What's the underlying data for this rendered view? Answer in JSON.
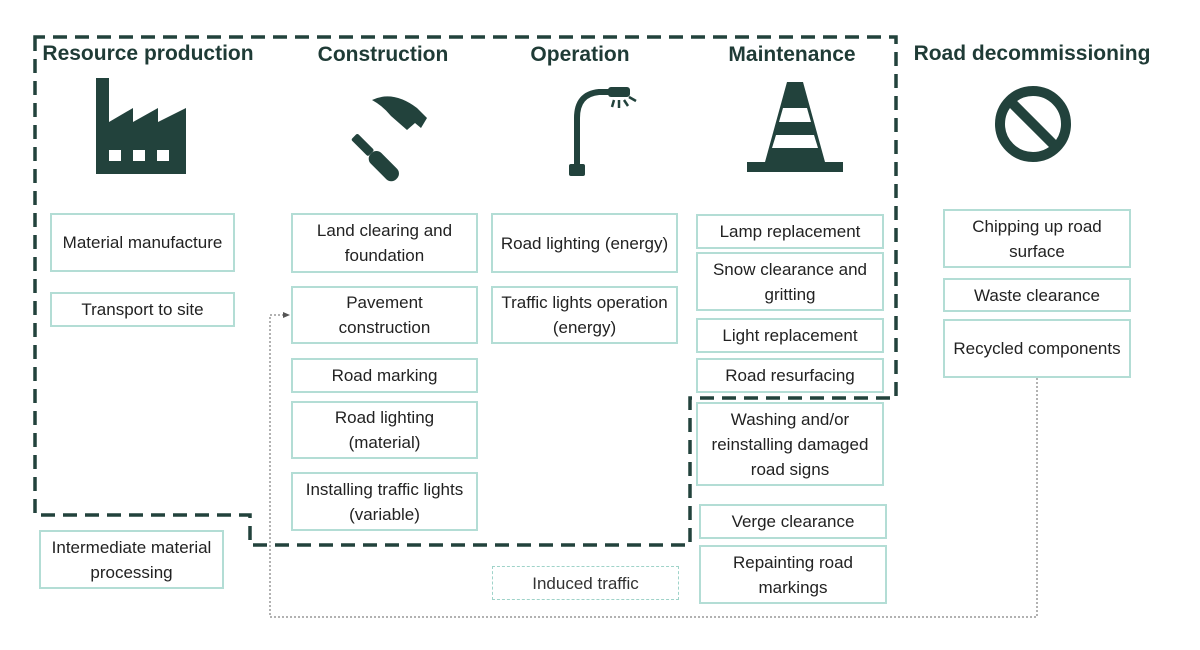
{
  "colors": {
    "dark": "#22423c",
    "box_border": "#b3ddd5"
  },
  "stages": {
    "resource_production": {
      "heading": "Resource production",
      "icon": "factory-icon",
      "items": [
        "Material manufacture",
        "Transport to site"
      ]
    },
    "construction": {
      "heading": "Construction",
      "icon": "hammer-icon",
      "items": [
        "Land clearing and foundation",
        "Pavement construction",
        "Road marking",
        "Road lighting (material)",
        "Installing traffic lights (variable)"
      ]
    },
    "operation": {
      "heading": "Operation",
      "icon": "street-lamp-icon",
      "items": [
        "Road lighting (energy)",
        "Traffic lights operation (energy)"
      ]
    },
    "maintenance": {
      "heading": "Maintenance",
      "icon": "traffic-cone-icon",
      "items": [
        "Lamp replacement",
        "Snow clearance and gritting",
        "Light replacement",
        "Road resurfacing",
        "Washing and/or reinstalling damaged road signs",
        "Verge clearance",
        "Repainting road markings"
      ]
    },
    "road_decommissioning": {
      "heading": "Road decommissioning",
      "icon": "no-entry-icon",
      "items": [
        "Chipping up road surface",
        "Waste clearance",
        "Recycled components"
      ]
    }
  },
  "extra": {
    "intermediate": "Intermediate material processing",
    "induced_traffic": "Induced traffic"
  }
}
